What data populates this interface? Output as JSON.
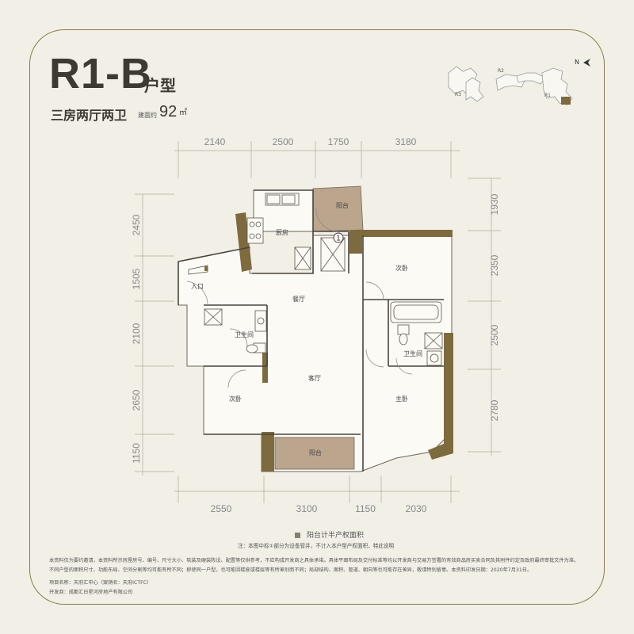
{
  "header": {
    "code": "R1-B",
    "type_suffix": "户型",
    "layout_desc": "三房两厅两卫",
    "area_label": "建面约",
    "area_value": "92",
    "area_unit": "㎡"
  },
  "keyplan": {
    "north": "N",
    "labels": [
      "R3",
      "R2",
      "R1"
    ]
  },
  "dimensions": {
    "top": [
      "2140",
      "2500",
      "1750",
      "3180"
    ],
    "bottom": [
      "2550",
      "3100",
      "1150",
      "2030"
    ],
    "left": [
      "2450",
      "1505",
      "2100",
      "2650",
      "1150"
    ],
    "right": [
      "1930",
      "2350",
      "2500",
      "2780"
    ]
  },
  "rooms": {
    "balcony_top": "阳台",
    "kitchen": "厨房",
    "shaft_marker": "1",
    "entrance": "入口",
    "dining": "餐厅",
    "bath_left": "卫生间",
    "bedroom_right": "次卧",
    "bath_right": "卫生间",
    "living": "客厅",
    "bedroom_left": "次卧",
    "master": "主卧",
    "balcony_bottom": "阳台"
  },
  "legend": {
    "label": "阳台计半产权面积"
  },
  "notes": {
    "shaft_note": "注：本图中标①部分为设备管井，不计入本户型产权面积，特此说明",
    "line1": "本资料仅为要约邀请，本资料所示房屋房号、编号、尺寸大小、软装及硬装陈设、配置等仅供参考，不应构成开发商之具体承诺。具体平面布局及交付标准等均以开发商与交易方签署的有效商品房买卖合同及其附件约定及政府最终审批文件为准。",
    "line2": "不同户型的面积尺寸、功能布局、空间分割等均可能有所不同；即使同一户型，也可能因楼座或楼层等有所差别而不同；局部结构、面积、管道、朝向等也可能存在差异，敬请特别留意。本资料印发日期：2020年7月31日。",
    "project": "项目名称：天府汇中心（案销名：天府ICTFC）",
    "developer": "开发商：成都汇日星河房地产有限公司"
  },
  "colors": {
    "wall": "#7d6a3f",
    "balcony": "#bba58c",
    "frame": "#8b7d4f",
    "background": "#f1efe6"
  }
}
